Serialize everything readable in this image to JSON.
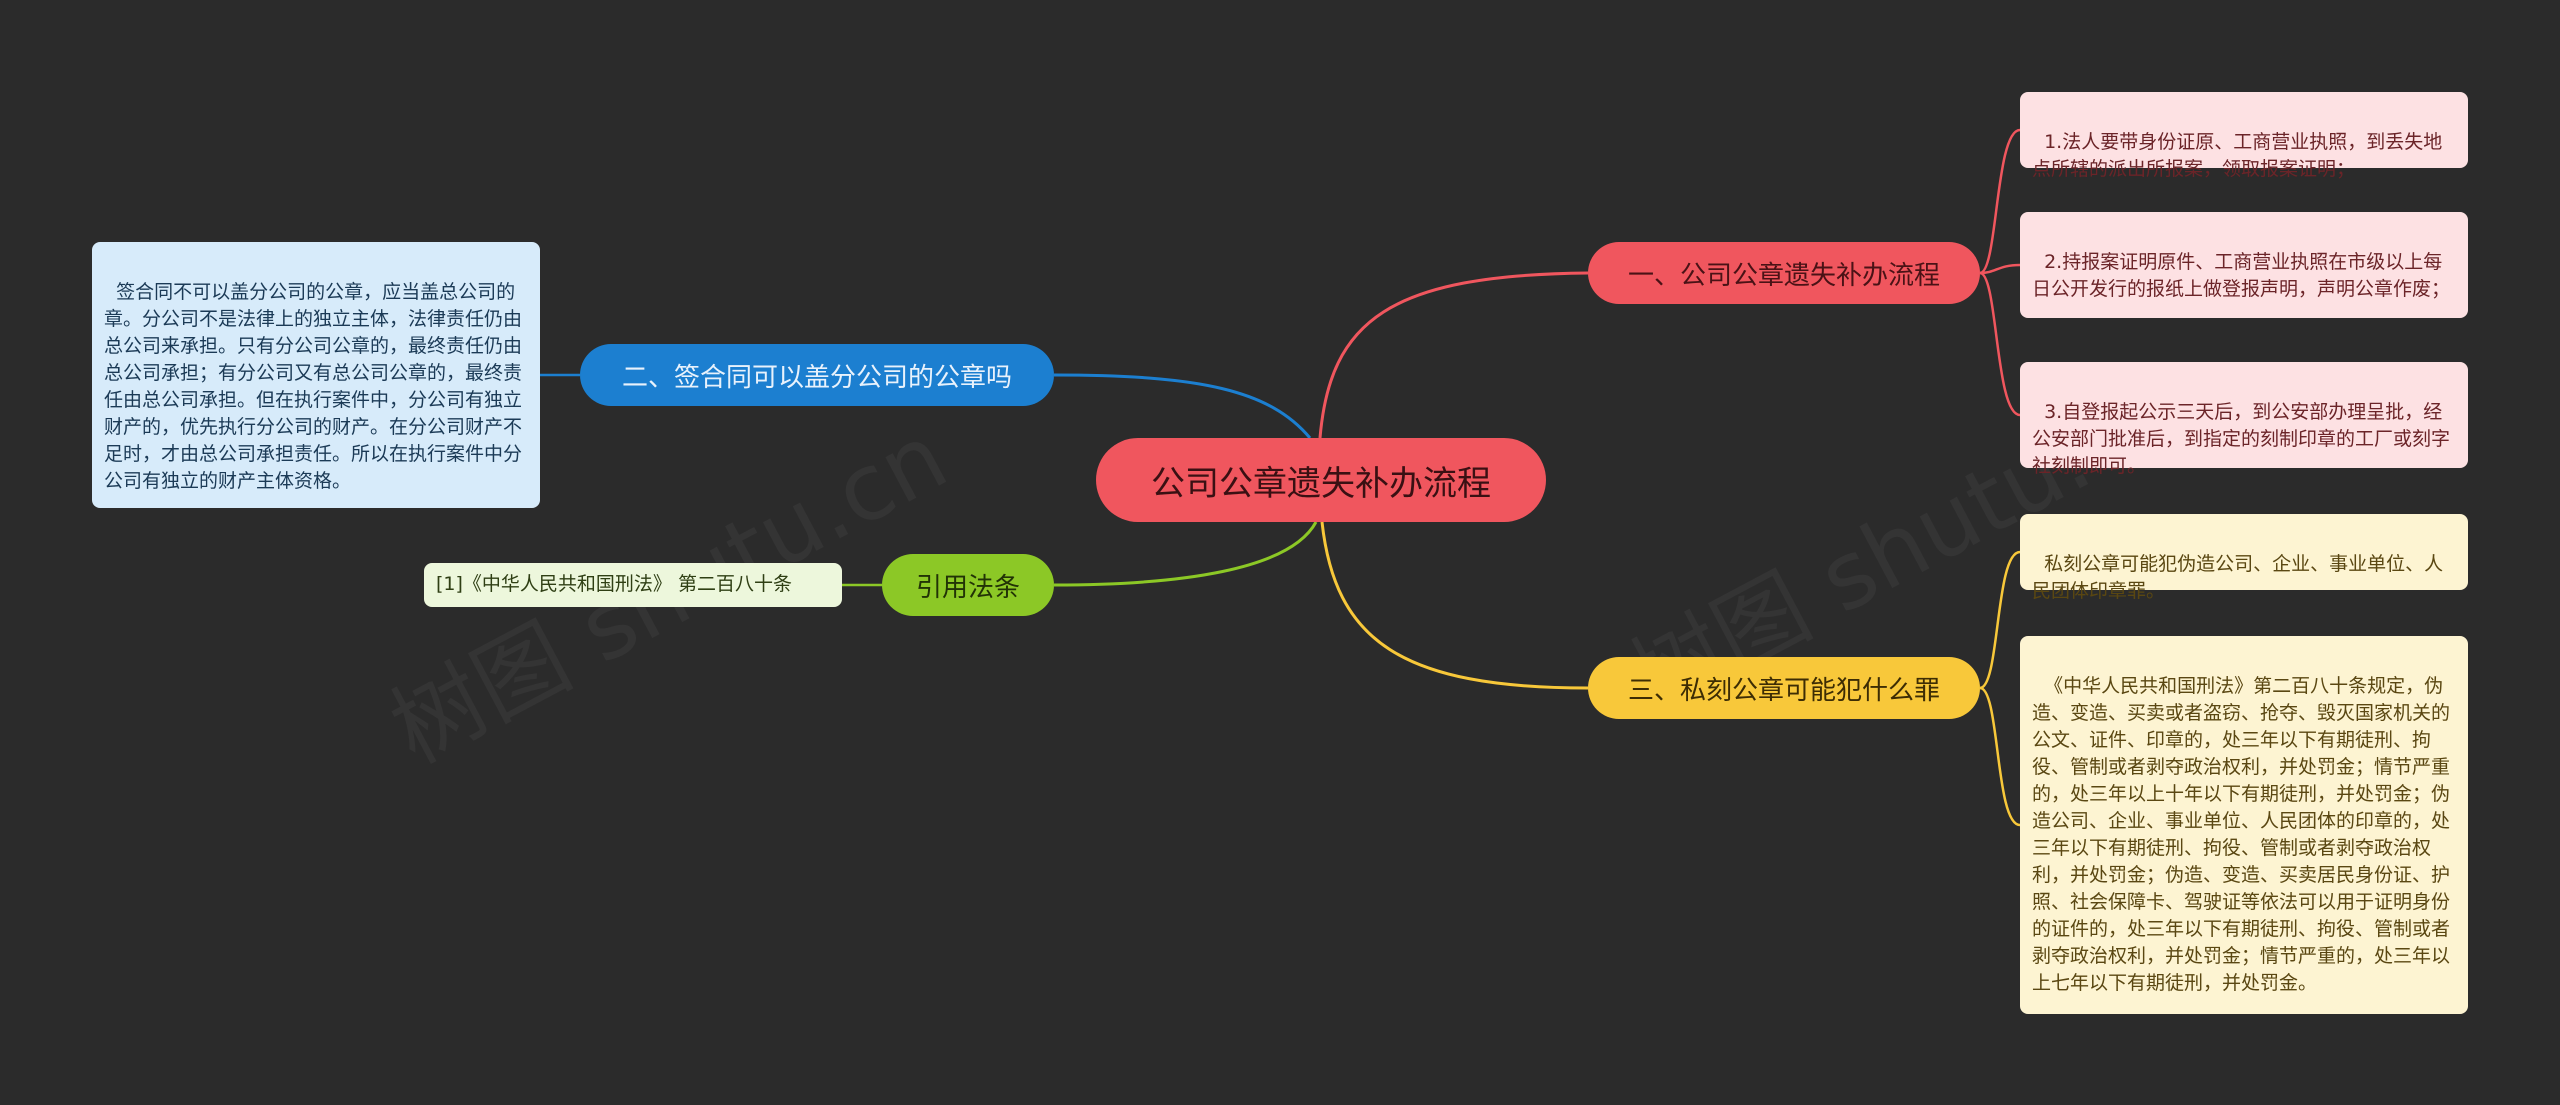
{
  "center": {
    "label": "公司公章遗失补办流程"
  },
  "branches": {
    "b1": {
      "label": "一、公司公章遗失补办流程",
      "leaves": [
        "1.法人要带身份证原、工商营业执照，到丢失地点所辖的派出所报案，领取报案证明；",
        "2.持报案证明原件、工商营业执照在市级以上每日公开发行的报纸上做登报声明，声明公章作废；",
        "3.自登报起公示三天后，到公安部办理呈批，经公安部门批准后，到指定的刻制印章的工厂或刻字社刻制即可。"
      ]
    },
    "b2": {
      "label": "二、签合同可以盖分公司的公章吗",
      "leaves": [
        "签合同不可以盖分公司的公章，应当盖总公司的章。分公司不是法律上的独立主体，法律责任仍由总公司来承担。只有分公司公章的，最终责任仍由总公司承担；有分公司又有总公司公章的，最终责任由总公司承担。但在执行案件中，分公司有独立财产的，优先执行分公司的财产。在分公司财产不足时，才由总公司承担责任。所以在执行案件中分公司有独立的财产主体资格。"
      ]
    },
    "b3": {
      "label": "引用法条",
      "leaves": [
        "[1]《中华人民共和国刑法》 第二百八十条"
      ]
    },
    "b4": {
      "label": "三、私刻公章可能犯什么罪",
      "leaves": [
        "私刻公章可能犯伪造公司、企业、事业单位、人民团体印章罪。",
        "《中华人民共和国刑法》第二百八十条规定，伪造、变造、买卖或者盗窃、抢夺、毁灭国家机关的公文、证件、印章的，处三年以下有期徒刑、拘役、管制或者剥夺政治权利，并处罚金；情节严重的，处三年以上十年以下有期徒刑，并处罚金；伪造公司、企业、事业单位、人民团体的印章的，处三年以下有期徒刑、拘役、管制或者剥夺政治权利，并处罚金；伪造、变造、买卖居民身份证、护照、社会保障卡、驾驶证等依法可以用于证明身份的证件的，处三年以下有期徒刑、拘役、管制或者剥夺政治权利，并处罚金；情节严重的，处三年以上七年以下有期徒刑，并处罚金。"
      ]
    }
  },
  "colors": {
    "background": "#2b2b2b",
    "red": "#f0565e",
    "blue": "#1c7fd0",
    "green": "#8cc826",
    "yellow": "#f8c83a"
  }
}
